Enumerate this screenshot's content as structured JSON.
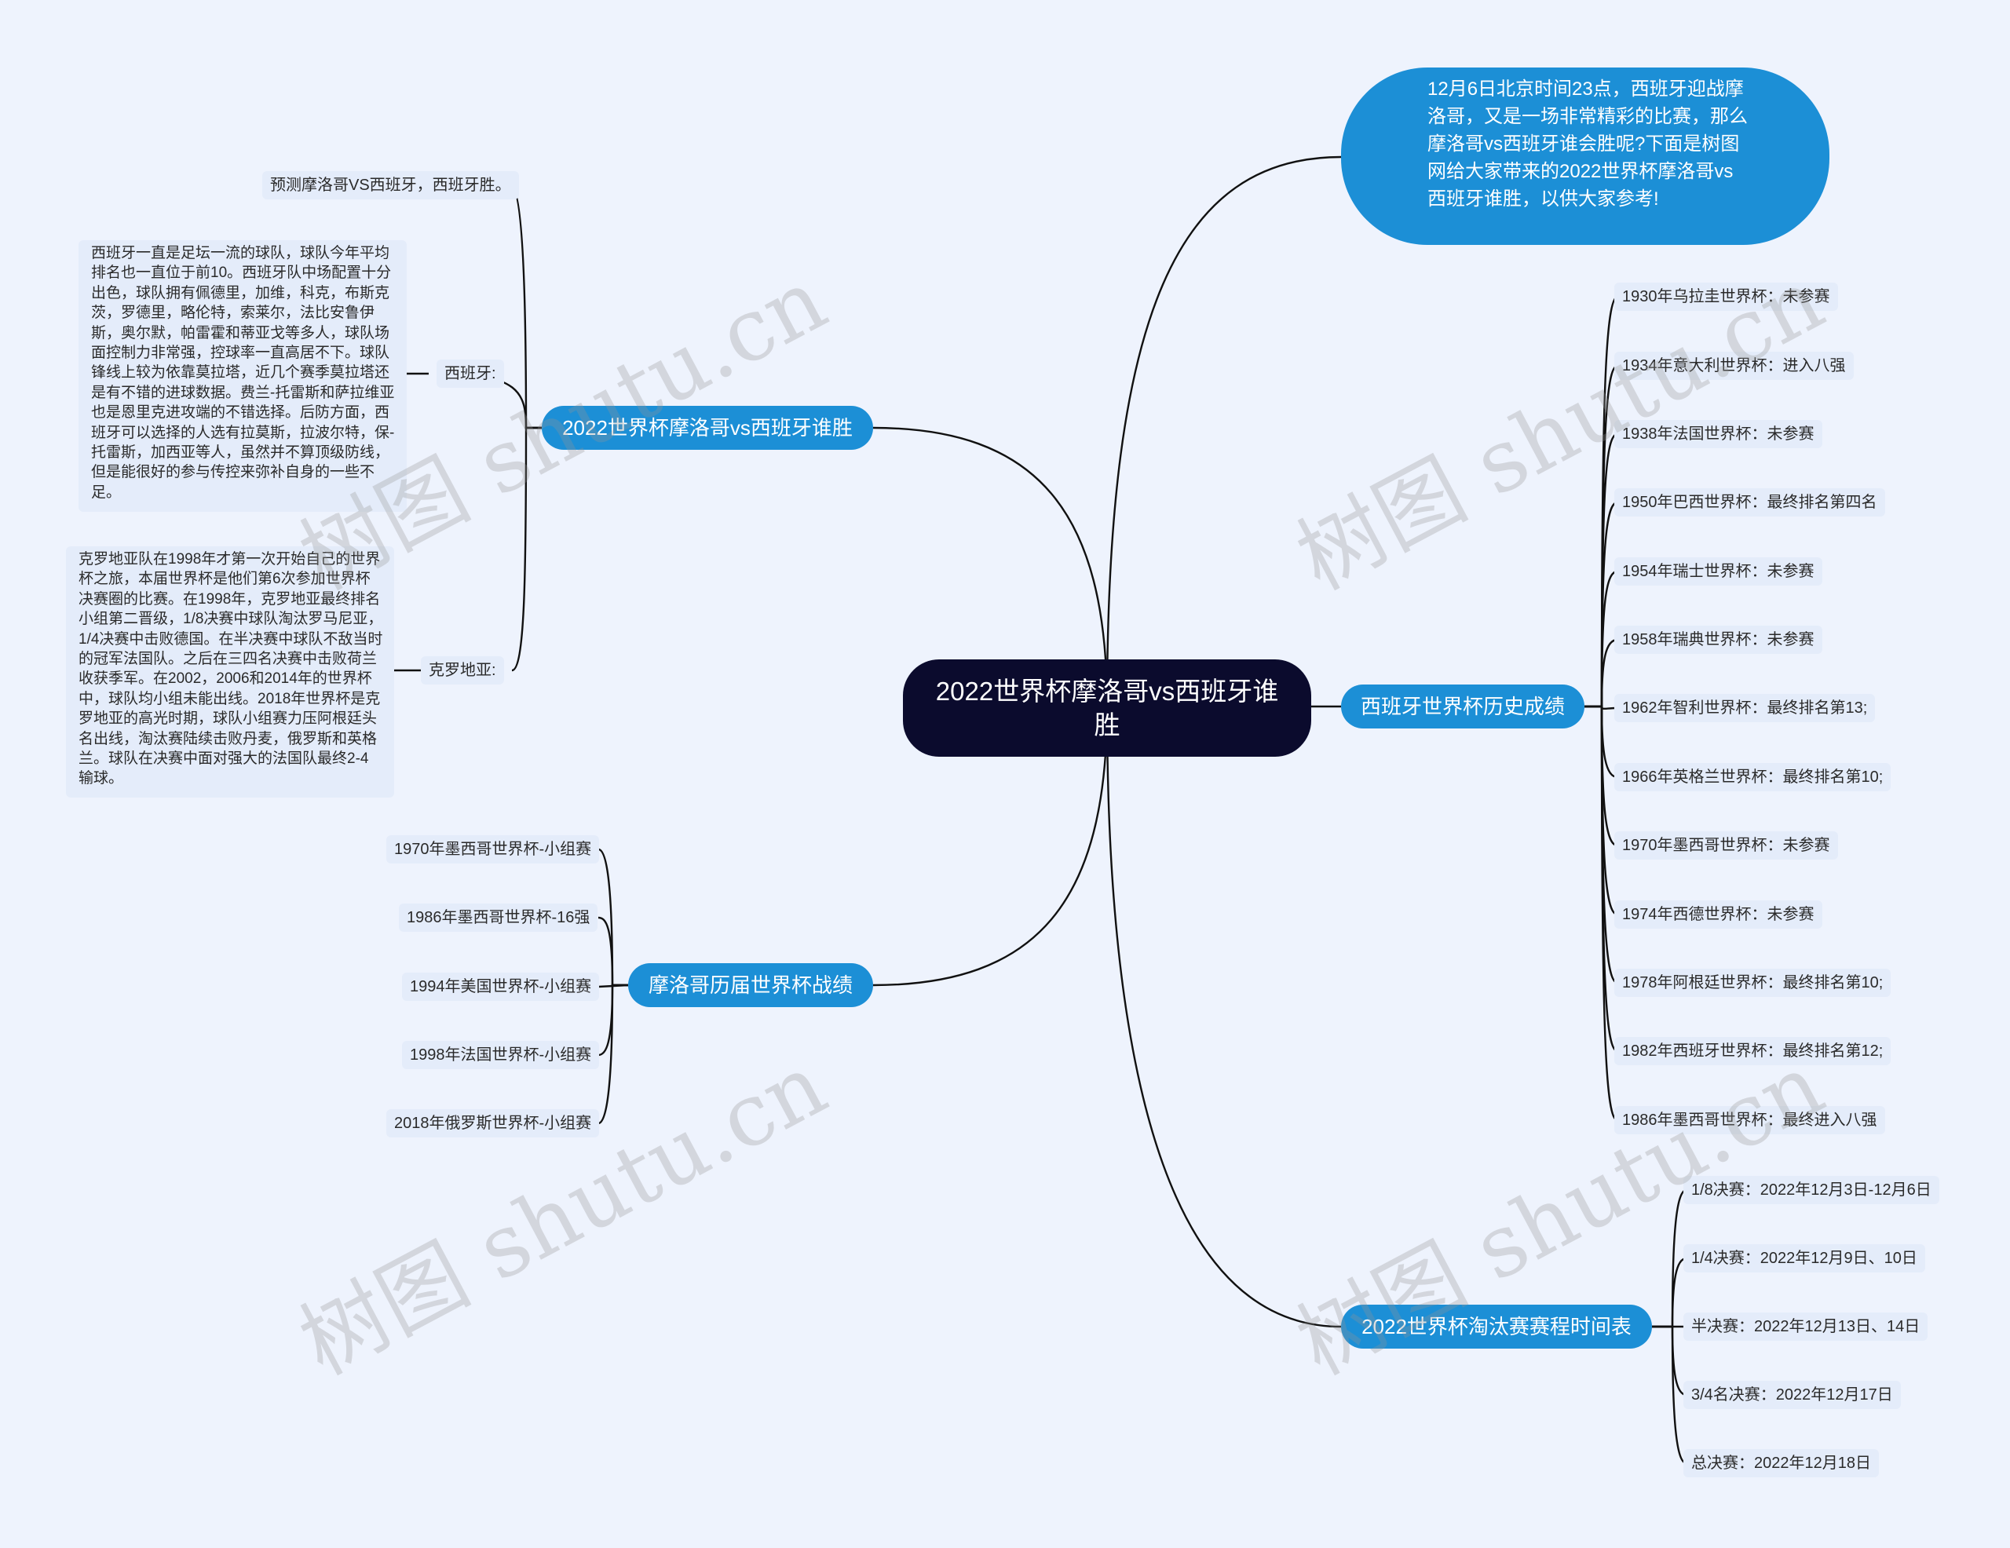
{
  "central": "2022世界杯摩洛哥vs西班牙谁胜",
  "intro": "12月6日北京时间23点，西班牙迎战摩洛哥，又是一场非常精彩的比赛，那么摩洛哥vs西班牙谁会胜呢?下面是树图网给大家带来的2022世界杯摩洛哥vs西班牙谁胜，以供大家参考!",
  "left_top": {
    "title": "2022世界杯摩洛哥vs西班牙谁胜",
    "prediction": "预测摩洛哥VS西班牙，西班牙胜。",
    "spain_label": "西班牙:",
    "spain_text": "西班牙一直是足坛一流的球队，球队今年平均排名也一直位于前10。西班牙队中场配置十分出色，球队拥有佩德里，加维，科克，布斯克茨，罗德里，略伦特，索莱尔，法比安鲁伊斯，奥尔默，帕雷霍和蒂亚戈等多人，球队场面控制力非常强，控球率一直高居不下。球队锋线上较为依靠莫拉塔，近几个赛季莫拉塔还是有不错的进球数据。费兰-托雷斯和萨拉维亚也是恩里克进攻端的不错选择。后防方面，西班牙可以选择的人选有拉莫斯，拉波尔特，保-托雷斯，加西亚等人，虽然并不算顶级防线，但是能很好的参与传控来弥补自身的一些不足。",
    "croatia_label": "克罗地亚:",
    "croatia_text": "克罗地亚队在1998年才第一次开始自己的世界杯之旅，本届世界杯是他们第6次参加世界杯决赛圈的比赛。在1998年，克罗地亚最终排名小组第二晋级，1/8决赛中球队淘汰罗马尼亚，1/4决赛中击败德国。在半决赛中球队不敌当时的冠军法国队。之后在三四名决赛中击败荷兰收获季军。在2002，2006和2014年的世界杯中，球队均小组未能出线。2018年世界杯是克罗地亚的高光时期，球队小组赛力压阿根廷头名出线，淘汰赛陆续击败丹麦，俄罗斯和英格兰。球队在决赛中面对强大的法国队最终2-4输球。"
  },
  "morocco": {
    "title": "摩洛哥历届世界杯战绩",
    "items": [
      "1970年墨西哥世界杯-小组赛",
      "1986年墨西哥世界杯-16强",
      "1994年美国世界杯-小组赛",
      "1998年法国世界杯-小组赛",
      "2018年俄罗斯世界杯-小组赛"
    ]
  },
  "spain_history": {
    "title": "西班牙世界杯历史成绩",
    "items": [
      "1930年乌拉圭世界杯：未参赛",
      "1934年意大利世界杯：进入八强",
      "1938年法国世界杯：未参赛",
      "1950年巴西世界杯：最终排名第四名",
      "1954年瑞士世界杯：未参赛",
      "1958年瑞典世界杯：未参赛",
      "1962年智利世界杯：最终排名第13;",
      "1966年英格兰世界杯：最终排名第10;",
      "1970年墨西哥世界杯：未参赛",
      "1974年西德世界杯：未参赛",
      "1978年阿根廷世界杯：最终排名第10;",
      "1982年西班牙世界杯：最终排名第12;",
      "1986年墨西哥世界杯：最终进入八强"
    ]
  },
  "schedule": {
    "title": "2022世界杯淘汰赛赛程时间表",
    "items": [
      "1/8决赛：2022年12月3日-12月6日",
      "1/4决赛：2022年12月9日、10日",
      "半决赛：2022年12月13日、14日",
      "3/4名决赛：2022年12月17日",
      "总决赛：2022年12月18日"
    ]
  },
  "watermark": "树图 shutu.cn",
  "colors": {
    "background": "#eef3fd",
    "central": "#0b0b2d",
    "branch": "#1c8fd6",
    "leaf": "#e4ecfa",
    "line": "#111111"
  }
}
